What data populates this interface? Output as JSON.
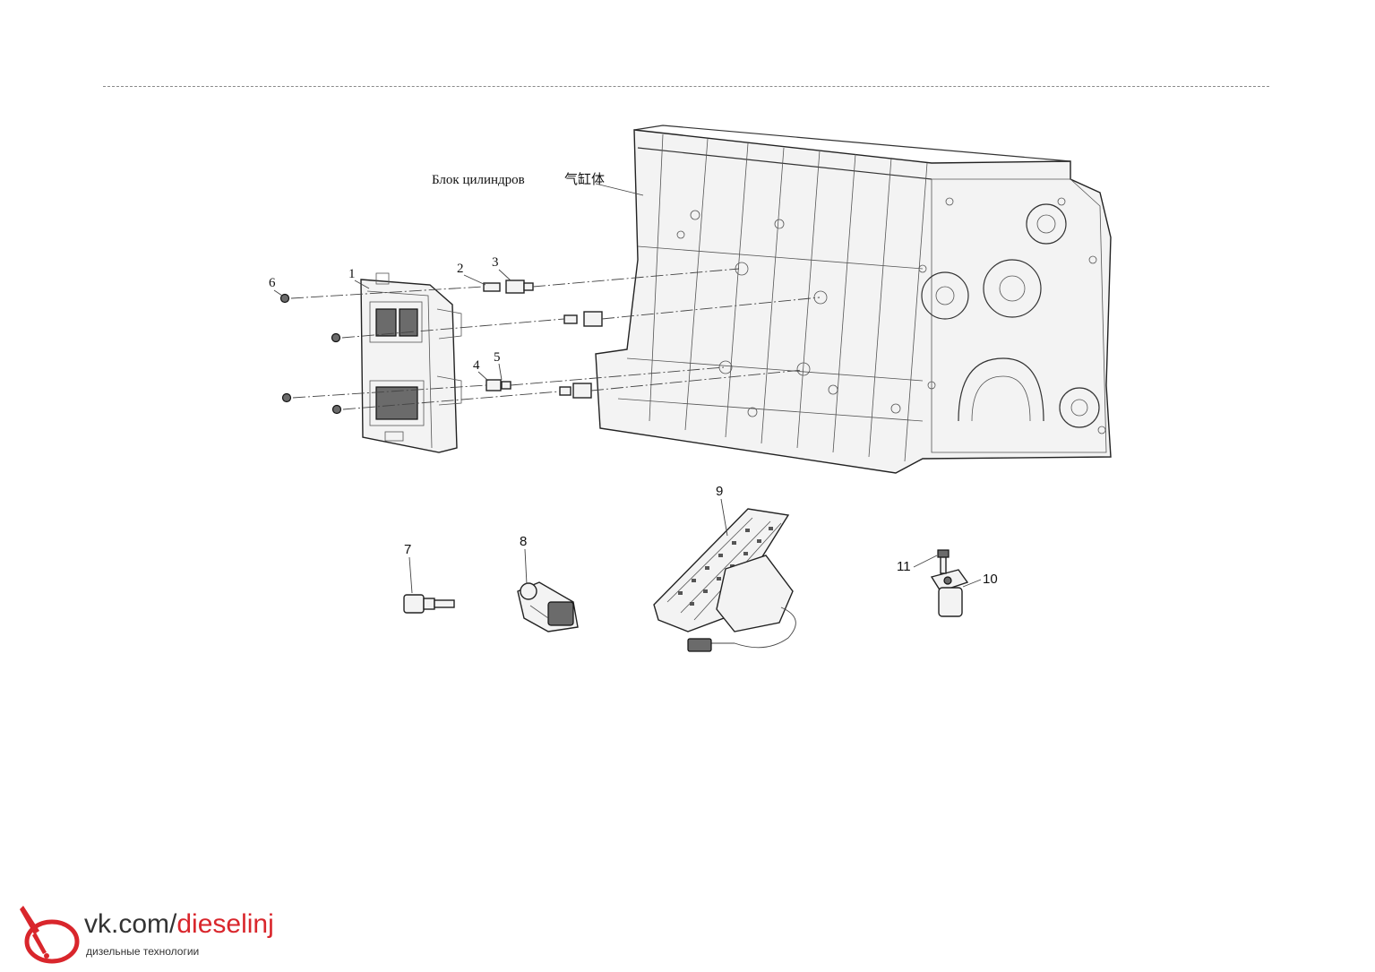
{
  "diagram": {
    "block_label_ru": "Блок цилиндров",
    "block_label_cn": "气缸体",
    "callouts": {
      "c1": "1",
      "c2": "2",
      "c3": "3",
      "c4": "4",
      "c5": "5",
      "c6": "6",
      "c7": "7",
      "c8": "8",
      "c9": "9",
      "c10": "10",
      "c11": "11"
    }
  },
  "watermark": {
    "url_prefix": "vk.com/",
    "url_accent": "dieselinj",
    "subtitle": "дизельные технологии",
    "accent_color": "#d9262c"
  }
}
